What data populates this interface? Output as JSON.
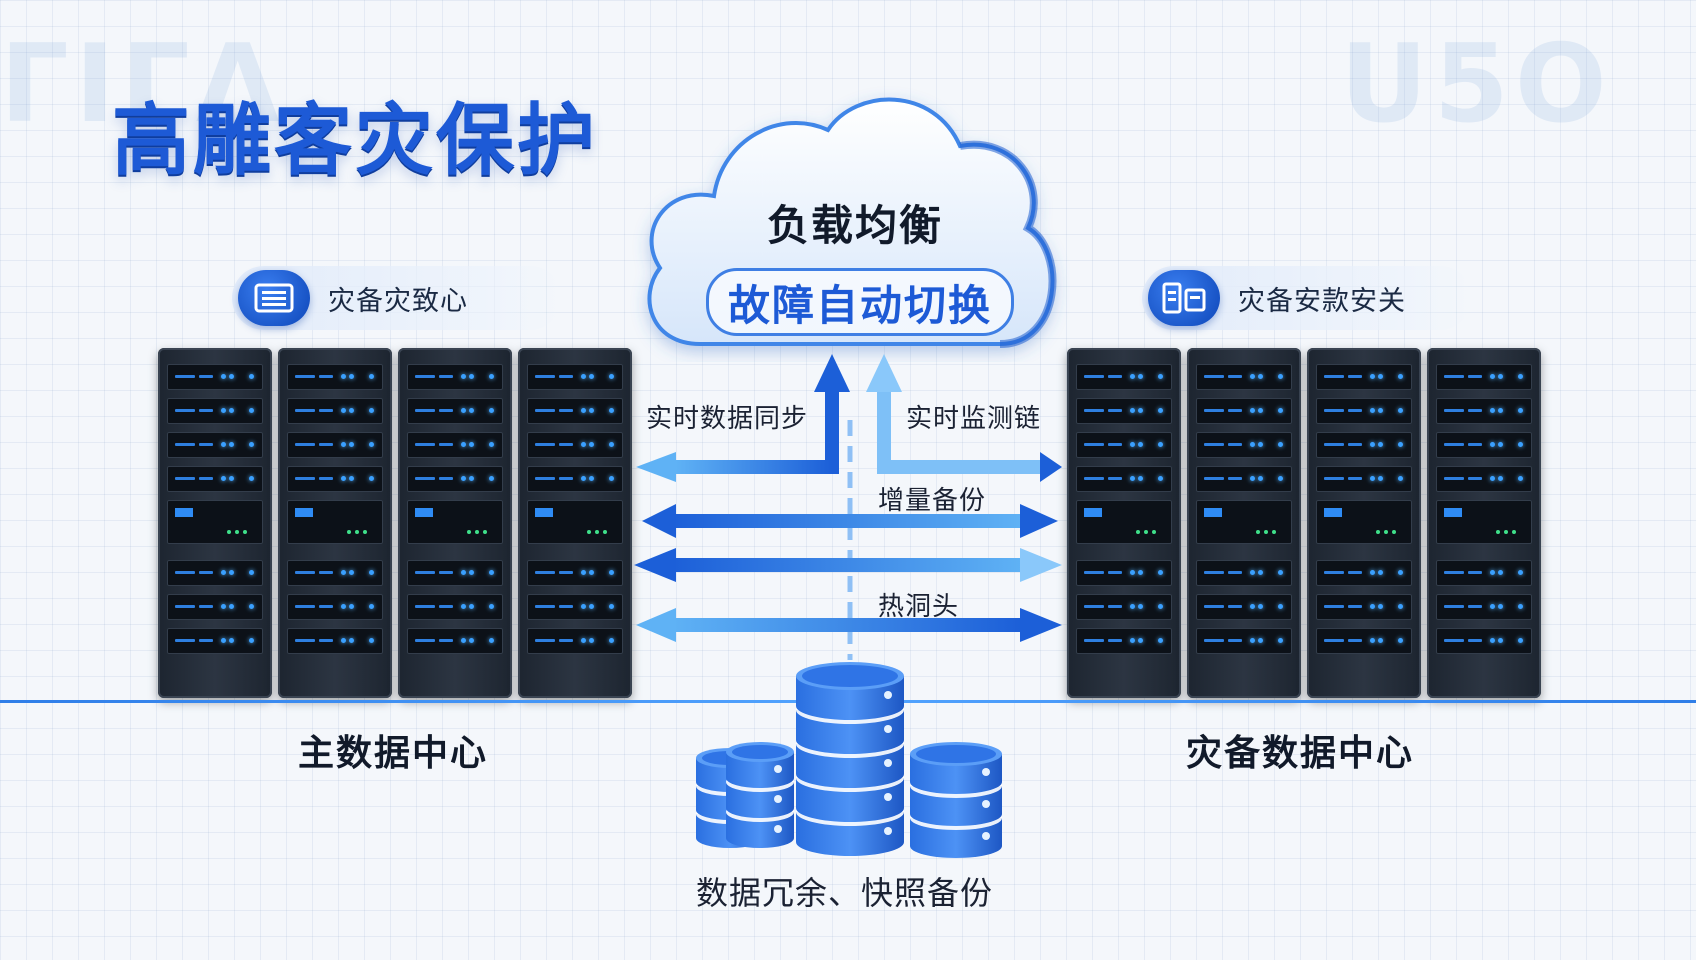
{
  "title": "高雕客灾保护",
  "ghost_text": {
    "left": "ΓΙΓΛ",
    "right": "U5O"
  },
  "cloud": {
    "title": "负载均衡",
    "subtitle": "故障自动切换"
  },
  "left_center": {
    "badge": "灾备灾致心",
    "label": "主数据中心"
  },
  "right_center": {
    "badge": "灾备安款安关",
    "label": "灾备数据中心"
  },
  "links": {
    "sync": "实时数据同步",
    "monitor": "实时监测链",
    "incremental": "增量备份",
    "hot": "热洞头"
  },
  "storage": {
    "label": "数据冗余、快照备份"
  },
  "colors": {
    "accent": "#1d5ad6",
    "arrow_dark": "#1c5fd8",
    "arrow_light": "#5fb2f5",
    "line": "#2f7ee8"
  },
  "icons": {
    "left_badge": "server-list-icon",
    "right_badge": "server-transfer-icon"
  }
}
